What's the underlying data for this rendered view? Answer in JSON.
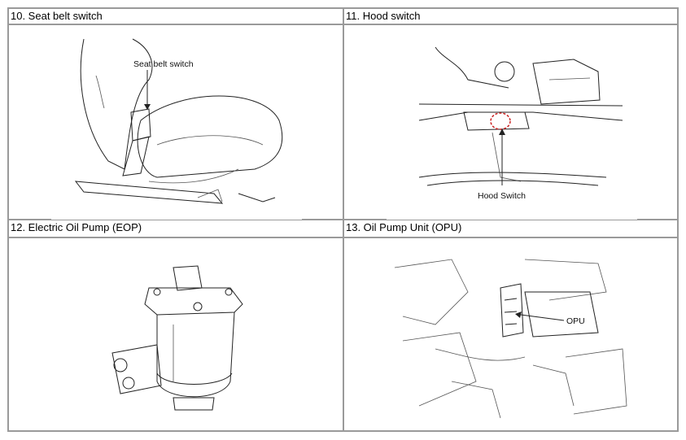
{
  "cells": [
    {
      "header": "10. Seat belt switch",
      "callout": "Seat belt switch"
    },
    {
      "header": "11. Hood switch",
      "callout": "Hood Switch"
    },
    {
      "header": "12. Electric Oil Pump (EOP)",
      "callout": ""
    },
    {
      "header": "13. Oil Pump Unit (OPU)",
      "callout": "OPU"
    }
  ]
}
